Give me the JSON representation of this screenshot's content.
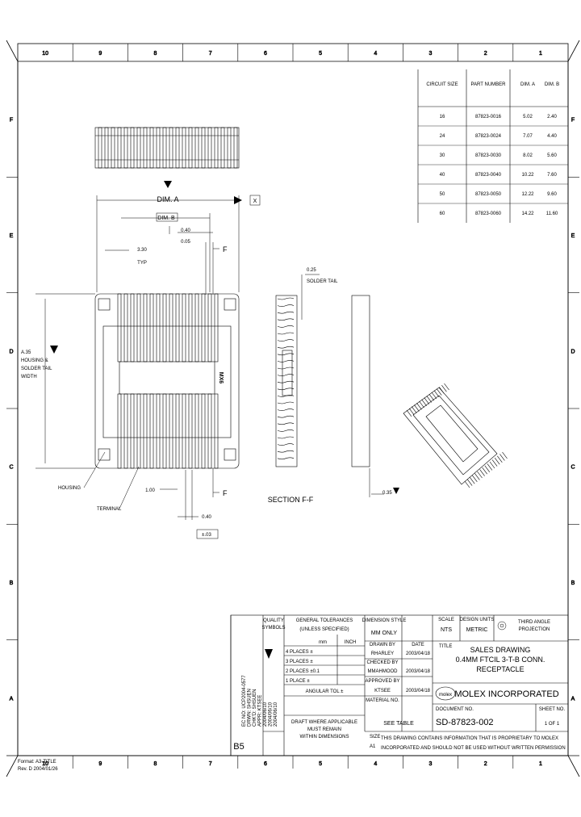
{
  "zone_columns": [
    "10",
    "9",
    "8",
    "7",
    "6",
    "5",
    "4",
    "3",
    "2",
    "1"
  ],
  "zone_rows": [
    "F",
    "E",
    "D",
    "C",
    "B",
    "A"
  ],
  "circuit_table": {
    "headers": [
      "CIRCUIT SIZE",
      "PART NUMBER",
      "DIM. A",
      "DIM. B"
    ],
    "rows": [
      [
        "16",
        "87823-0016",
        "5.02",
        "2.40"
      ],
      [
        "24",
        "87823-0024",
        "7.07",
        "4.40"
      ],
      [
        "30",
        "87823-0030",
        "8.02",
        "5.60"
      ],
      [
        "40",
        "87823-0040",
        "10.22",
        "7.60"
      ],
      [
        "50",
        "87823-0050",
        "12.22",
        "9.60"
      ],
      [
        "60",
        "87823-0060",
        "14.22",
        "11.60"
      ]
    ]
  },
  "dims": {
    "dim_a": "DIM. A",
    "dim_b": "DIM. B",
    "pitch": "0.40",
    "pitch_tol": "±.03",
    "v330": "3.30",
    "typ": "TYP",
    "v100": "1.00",
    "v040": "0.40",
    "tol_005": "0.05",
    "dim_x": "X",
    "solder_tail_dim": "0.25",
    "solder_tail_label": "SOLDER TAIL",
    "t035": "0.35",
    "housing_width": "A.35\nHOUSING &\nSOLDER TAIL\nWIDTH",
    "section_mark": "F",
    "mark_text": "MX6"
  },
  "labels": {
    "housing": "HOUSING",
    "terminal": "TERMINAL",
    "section": "SECTION F-F"
  },
  "title_block": {
    "qual_symbols": "QUALITY\nSYMBOLS",
    "general_tolerances": "GENERAL TOLERANCES",
    "unless_specified": "(UNLESS SPECIFIED)",
    "mm": "mm",
    "inch": "INCH",
    "places": [
      "4 PLACES ±",
      "3 PLACES ±",
      "2 PLACES ±0.1",
      "1 PLACE ±"
    ],
    "places_mm": [
      "",
      "",
      "",
      ""
    ],
    "angular": "ANGULAR TOL ±",
    "draft": "DRAFT WHERE APPLICABLE\nMUST REMAIN\nWITHIN DIMENSIONS",
    "dimension_style": "DIMENSION STYLE",
    "mm_only": "MM ONLY",
    "drawn_by": "DRAWN BY",
    "drawn_by_name": "RHARLEY",
    "date": "DATE",
    "d1": "2003/04/18",
    "checked_by": "CHECKED BY",
    "checked_name": "MMAHMOOD",
    "d2": "2003/04/18",
    "approved_by": "APPROVED BY",
    "approved_name": "KTSEE",
    "d3": "2003/04/18",
    "material_no": "MATERIAL NO.",
    "see_table": "SEE TABLE",
    "scale_label": "SCALE",
    "scale": "NTS",
    "design_units": "DESIGN UNITS",
    "metric": "METRIC",
    "third_angle": "THIRD ANGLE\nPROJECTION",
    "title_label": "TITLE",
    "title": "SALES DRAWING\n0.4MM FTCIL 3-T-B CONN.\nRECEPTACLE",
    "company_logo": "molex",
    "company": "MOLEX INCORPORATED",
    "document_no_label": "DOCUMENT NO.",
    "document_no": "SD-87823-002",
    "sheet_label": "SHEET NO.",
    "sheet": "1 OF 1",
    "size_label": "SIZE",
    "size": "A1",
    "notice": "THIS DRAWING CONTAINS INFORMATION THAT IS PROPRIETARY TO MOLEX\nINCORPORATED AND SHOULD NOT BE USED WITHOUT WRITTEN PERMISSION",
    "rev_letter": "B5",
    "rev_text": "EC NO: UCP2004-0577\nDRWN: SHSUEN\nCHK'D: SHSUEN\nAPPR: KTSEE\n2004/06/10\n2004/06/10\n2004/06/10",
    "format_text": "Format: A3-TITLE\nRev. D  2004/01/26"
  }
}
